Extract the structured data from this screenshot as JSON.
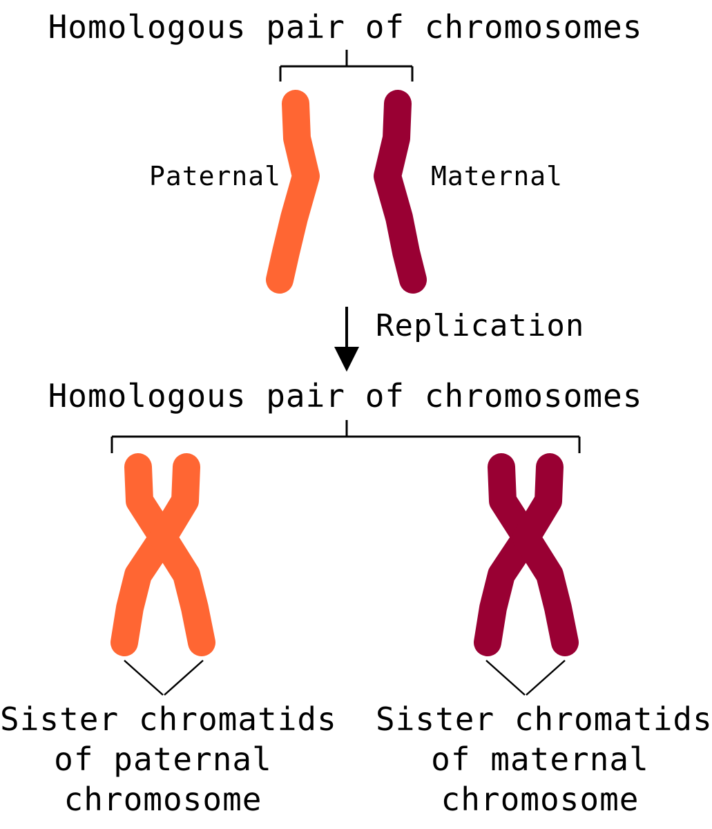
{
  "colors": {
    "paternal": "#ff6633",
    "maternal": "#990033",
    "ink": "#000000",
    "background": "#ffffff"
  },
  "top": {
    "title": "Homologous pair of chromosomes",
    "paternal_label": "Paternal",
    "maternal_label": "Maternal"
  },
  "replication": {
    "label": "Replication",
    "arrow_icon": "down-arrow-icon"
  },
  "bottom": {
    "title": "Homologous pair of chromosomes",
    "paternal_caption": {
      "line1": "Sister chromatids",
      "line2": "of paternal",
      "line3": "chromosome"
    },
    "maternal_caption": {
      "line1": "Sister chromatids",
      "line2": "of maternal",
      "line3": "chromosome"
    }
  }
}
